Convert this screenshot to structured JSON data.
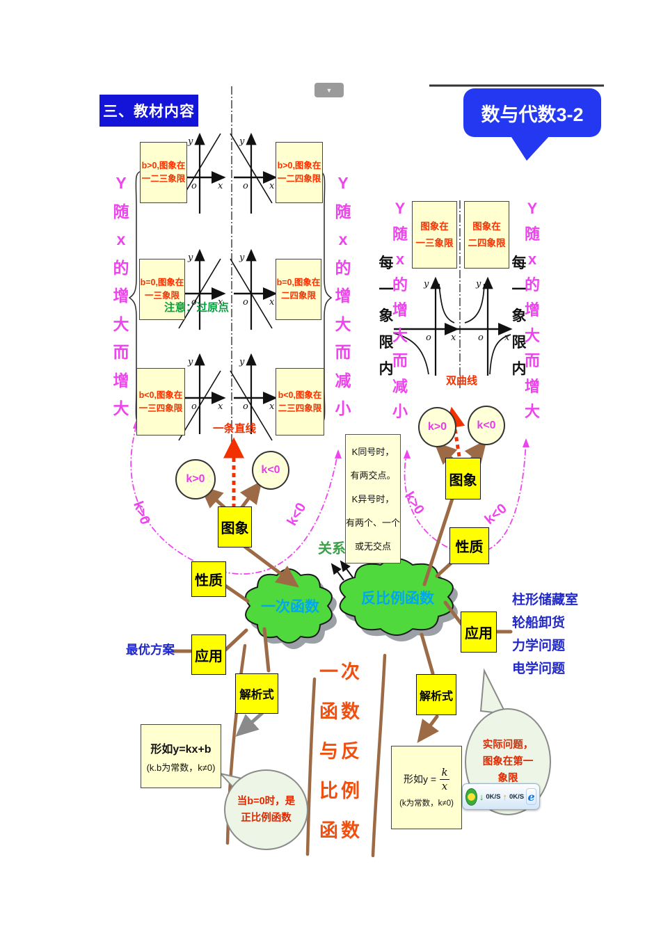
{
  "header": {
    "title": "三、教材内容",
    "badge": "数与代数3-2",
    "collapse_icon": "▼"
  },
  "axis": {
    "x": "x",
    "y": "y",
    "o": "o"
  },
  "linear": {
    "cloud_label": "一次函数",
    "increase_label": "Y随x的增大而增大",
    "decrease_label": "Y随x的增大而减小",
    "boxes_left": [
      {
        "line1": "b>0,图象在",
        "line2": "一二三象限"
      },
      {
        "line1": "b=0,图象在",
        "line2": "一三象限"
      },
      {
        "line1": "b<0,图象在",
        "line2": "一三四象限"
      }
    ],
    "boxes_right": [
      {
        "line1": "b>0,图象在",
        "line2": "一二四象限"
      },
      {
        "line1": "b=0,图象在",
        "line2": "二四象限"
      },
      {
        "line1": "b<0,图象在",
        "line2": "二三四象限"
      }
    ],
    "origin_note": "注意：过原点",
    "shape_label": "一条直线",
    "k_positive": "k>0",
    "k_negative": "k<0",
    "curve_k_positive": "k>0",
    "curve_k_negative": "k<0",
    "node_graph": "图象",
    "node_property": "性质",
    "node_application": "应用",
    "node_formula": "解析式",
    "application_example": "最优方案",
    "formula_line1": "形如y=kx+b",
    "formula_line2": "(k.b为常数，k≠0)",
    "bubble_line1": "当b=0时，是",
    "bubble_line2": "正比例函数"
  },
  "inverse": {
    "cloud_label": "反比例函数",
    "boxes": [
      {
        "line1": "图象在",
        "line2": "一三象限"
      },
      {
        "line1": "图象在",
        "line2": "二四象限"
      }
    ],
    "per_quadrant_left": "每一象限内",
    "per_quadrant_right": "每一象限内",
    "decrease_label": "Y随x的增大而减小",
    "increase_label": "Y随x的增大而增大",
    "shape_label": "双曲线",
    "k_positive": "k>0",
    "k_negative": "k<0",
    "curve_k_positive": "k>0",
    "curve_k_negative": "k<0",
    "node_graph": "图象",
    "node_property": "性质",
    "node_application": "应用",
    "node_formula": "解析式",
    "applications": [
      "柱形储藏室",
      "轮船卸货",
      "力学问题",
      "电学问题"
    ],
    "formula_prefix": "形如y =",
    "formula_numerator": "k",
    "formula_denominator": "x",
    "formula_line2": "(k为常数，k≠0)",
    "bubble_line1": "实际问题，",
    "bubble_line2": "图象在第一",
    "bubble_line3": "象限"
  },
  "relation": {
    "label": "关系",
    "note_lines": [
      "K同号时，",
      "有两交点。",
      "K异号时，",
      "有两个、一个",
      "或无交点"
    ]
  },
  "trunk_label": "一次函数与反比例函数",
  "toolbar": {
    "down_arrow": "↓",
    "down_speed": "0K/S",
    "up_arrow": "↑",
    "up_speed": "0K/S",
    "browser_icon": "e"
  }
}
